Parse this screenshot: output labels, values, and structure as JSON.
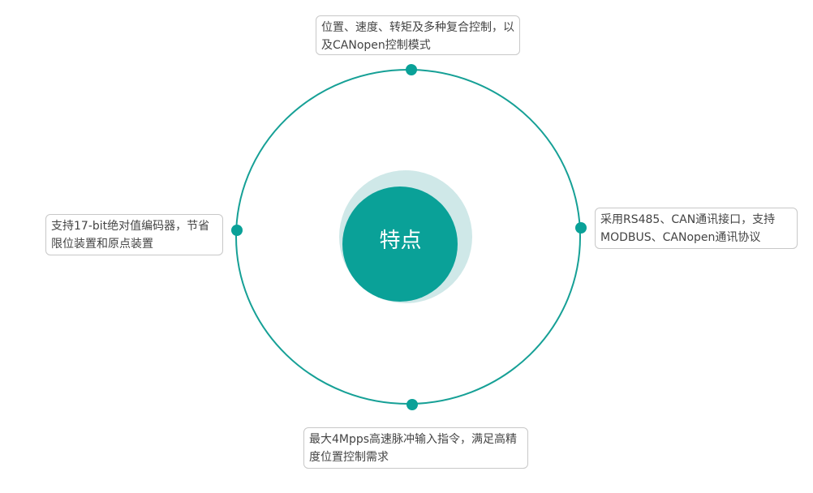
{
  "center": {
    "label": "特点"
  },
  "features": [
    {
      "text": "位置、速度、转矩及多种复合控制，以及CANopen控制模式"
    },
    {
      "text": "采用RS485、CAN通讯接口，支持MODBUS、CANopen通讯协议"
    },
    {
      "text": "最大4Mpps高速脉冲输入指令，满足高精度位置控制需求"
    },
    {
      "text": "支持17-bit绝对值编码器，节省限位装置和原点装置"
    }
  ],
  "colors": {
    "accent": "#0aa198",
    "halo": "#cfe8e8",
    "ring": "#16a096"
  }
}
